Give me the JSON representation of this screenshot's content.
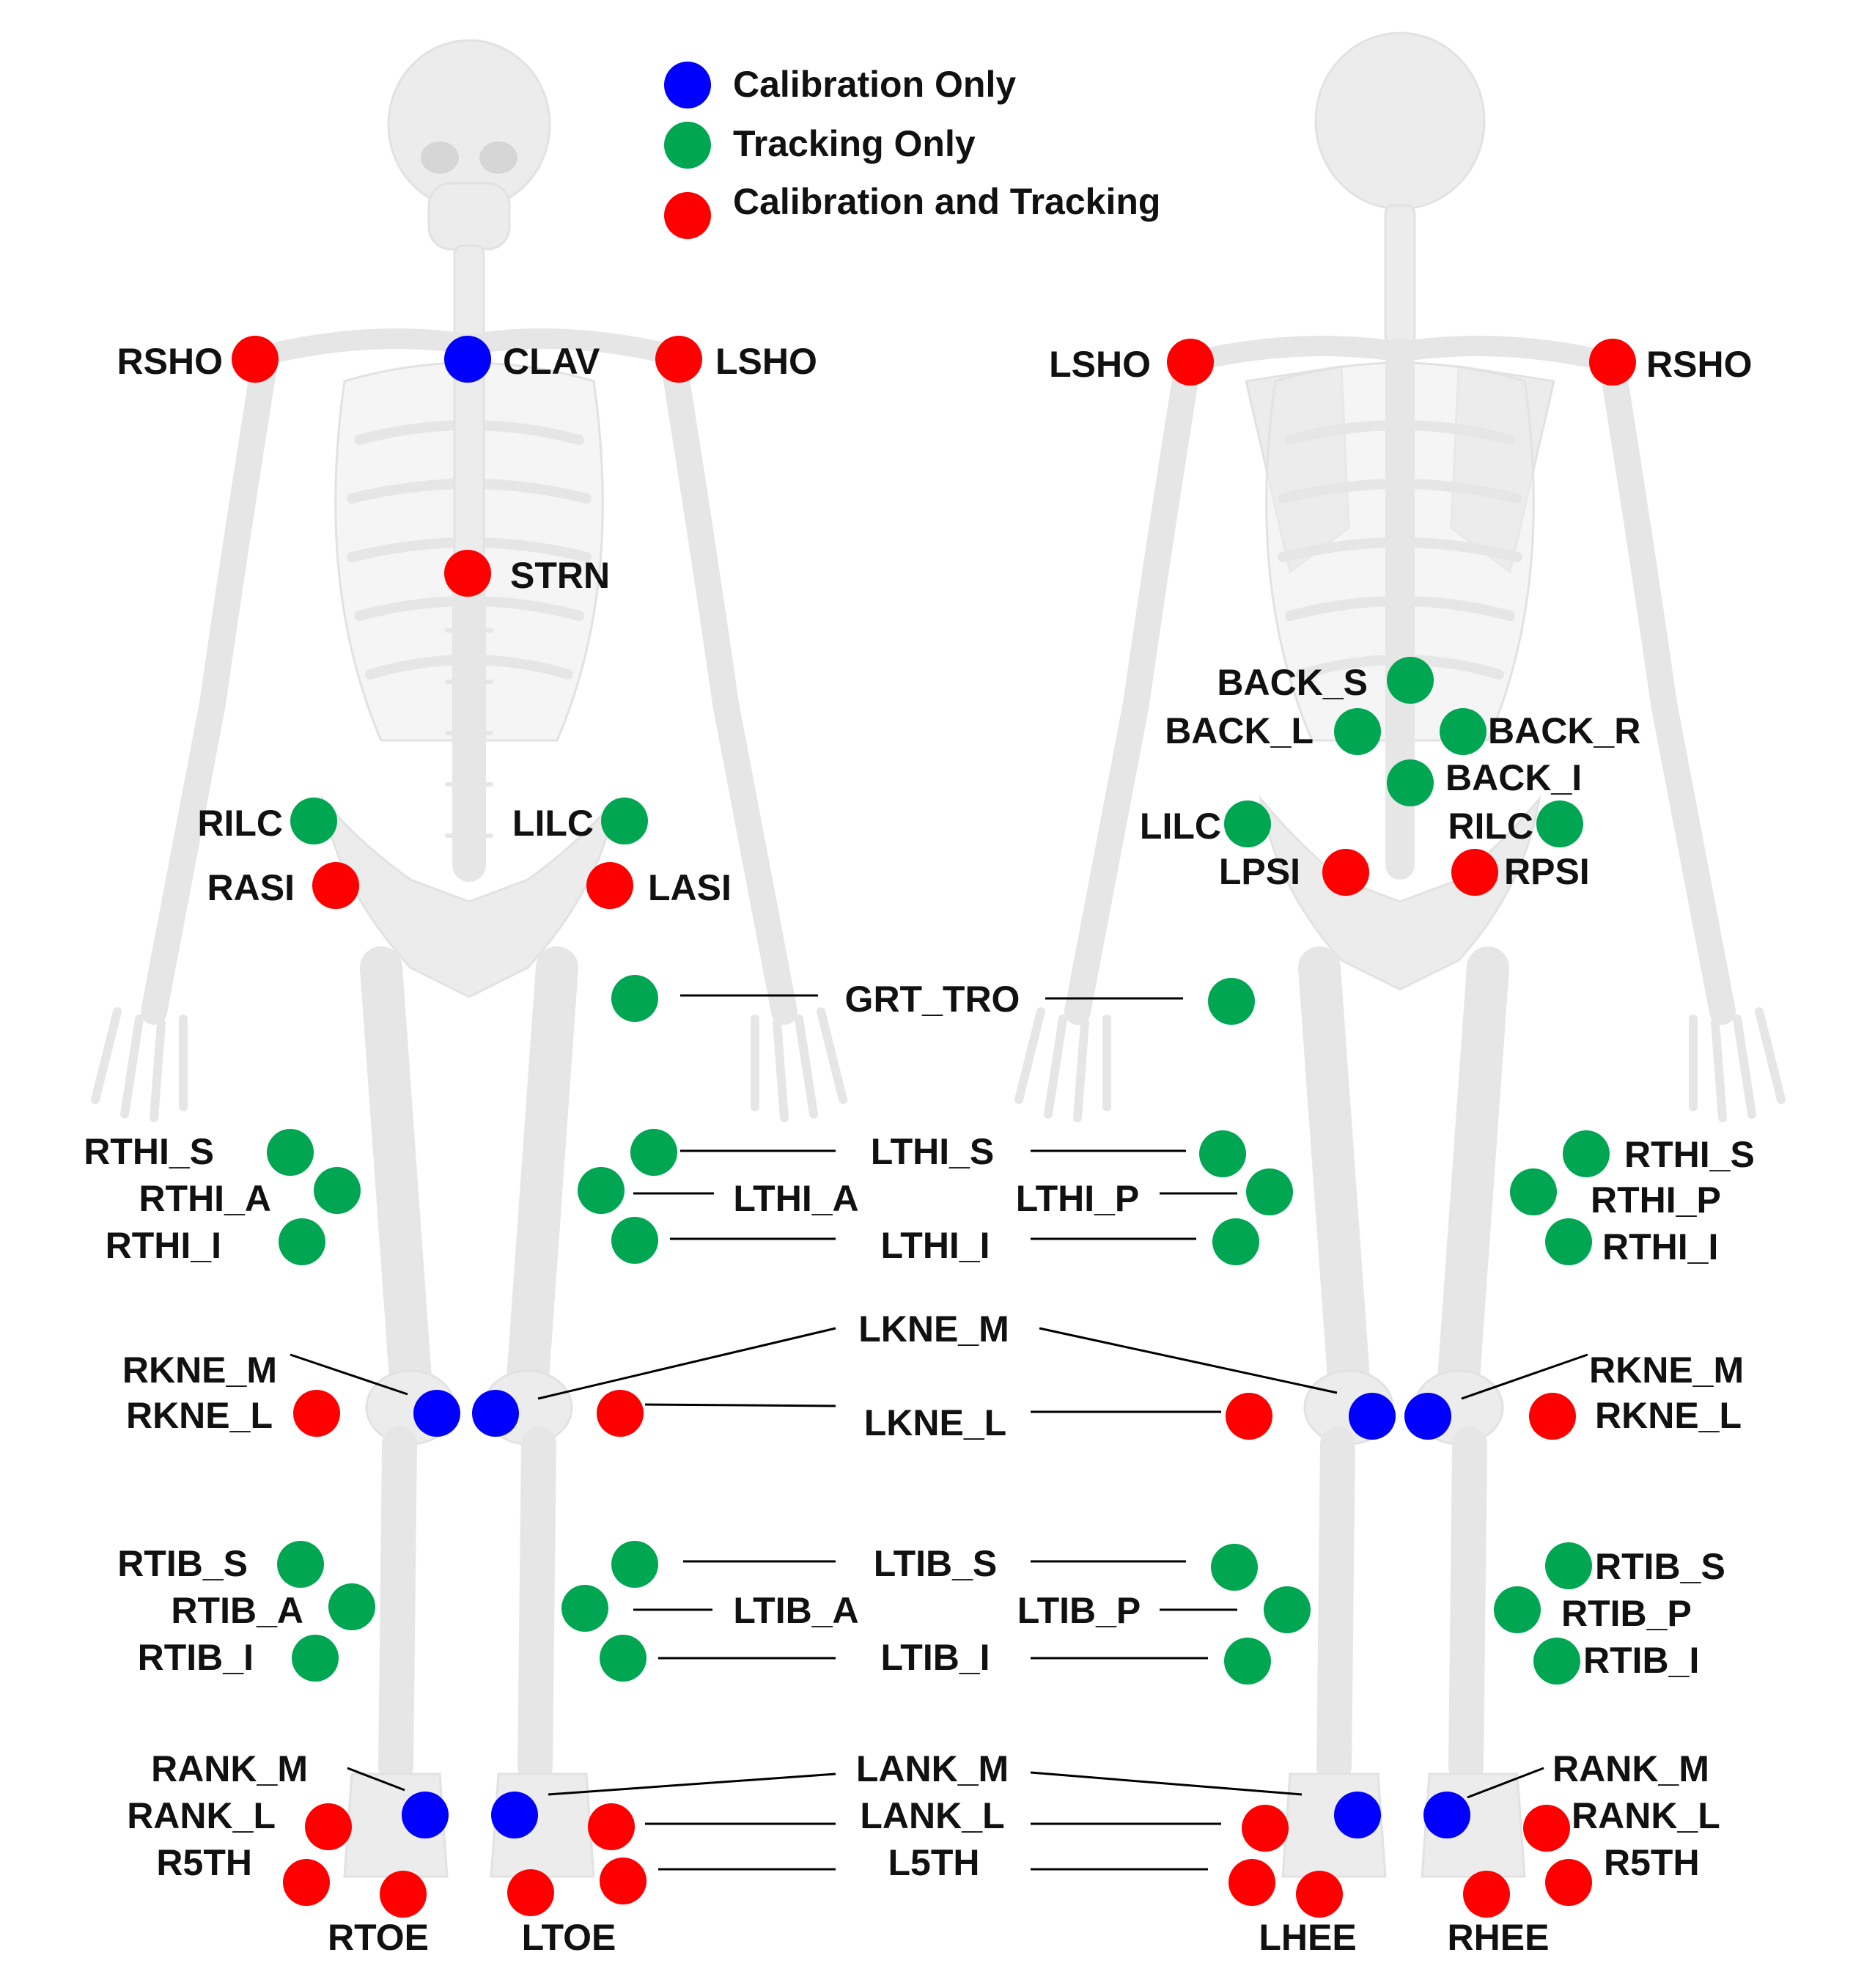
{
  "legend": {
    "items": [
      {
        "label": "Calibration Only",
        "type": "calibration_only"
      },
      {
        "label": "Tracking Only",
        "type": "tracking_only"
      },
      {
        "label": "Calibration and Tracking",
        "type": "calibration_and_tracking"
      }
    ]
  },
  "colors": {
    "calibration_only": "#0000ff",
    "tracking_only": "#00a651",
    "calibration_and_tracking": "#ff0000",
    "bone": "#ececec",
    "leader_line": "#000000"
  },
  "views": [
    {
      "name": "front",
      "description": "anterior"
    },
    {
      "name": "back",
      "description": "posterior"
    }
  ],
  "markers": {
    "front": [
      {
        "id": "RSHO",
        "type": "calibration_and_tracking"
      },
      {
        "id": "CLAV",
        "type": "calibration_only"
      },
      {
        "id": "LSHO",
        "type": "calibration_and_tracking"
      },
      {
        "id": "STRN",
        "type": "calibration_and_tracking"
      },
      {
        "id": "RILC",
        "type": "tracking_only"
      },
      {
        "id": "LILC",
        "type": "tracking_only"
      },
      {
        "id": "RASI",
        "type": "calibration_and_tracking"
      },
      {
        "id": "LASI",
        "type": "calibration_and_tracking"
      },
      {
        "id": "GRT_TRO",
        "type": "tracking_only"
      },
      {
        "id": "RTHI_S",
        "type": "tracking_only"
      },
      {
        "id": "RTHI_A",
        "type": "tracking_only"
      },
      {
        "id": "RTHI_I",
        "type": "tracking_only"
      },
      {
        "id": "LTHI_S",
        "type": "tracking_only"
      },
      {
        "id": "LTHI_A",
        "type": "tracking_only"
      },
      {
        "id": "LTHI_I",
        "type": "tracking_only"
      },
      {
        "id": "RKNE_M",
        "type": "calibration_only"
      },
      {
        "id": "RKNE_L",
        "type": "calibration_and_tracking"
      },
      {
        "id": "LKNE_M",
        "type": "calibration_only"
      },
      {
        "id": "LKNE_L",
        "type": "calibration_and_tracking"
      },
      {
        "id": "RTIB_S",
        "type": "tracking_only"
      },
      {
        "id": "RTIB_A",
        "type": "tracking_only"
      },
      {
        "id": "RTIB_I",
        "type": "tracking_only"
      },
      {
        "id": "LTIB_S",
        "type": "tracking_only"
      },
      {
        "id": "LTIB_A",
        "type": "tracking_only"
      },
      {
        "id": "LTIB_I",
        "type": "tracking_only"
      },
      {
        "id": "RANK_M",
        "type": "calibration_only"
      },
      {
        "id": "RANK_L",
        "type": "calibration_and_tracking"
      },
      {
        "id": "R5TH",
        "type": "calibration_and_tracking"
      },
      {
        "id": "RTOE",
        "type": "calibration_and_tracking"
      },
      {
        "id": "LANK_M",
        "type": "calibration_only"
      },
      {
        "id": "LANK_L",
        "type": "calibration_and_tracking"
      },
      {
        "id": "L5TH",
        "type": "calibration_and_tracking"
      },
      {
        "id": "LTOE",
        "type": "calibration_and_tracking"
      }
    ],
    "back": [
      {
        "id": "LSHO",
        "type": "calibration_and_tracking"
      },
      {
        "id": "RSHO",
        "type": "calibration_and_tracking"
      },
      {
        "id": "BACK_S",
        "type": "tracking_only"
      },
      {
        "id": "BACK_L",
        "type": "tracking_only"
      },
      {
        "id": "BACK_R",
        "type": "tracking_only"
      },
      {
        "id": "BACK_I",
        "type": "tracking_only"
      },
      {
        "id": "LILC",
        "type": "tracking_only"
      },
      {
        "id": "RILC",
        "type": "tracking_only"
      },
      {
        "id": "LPSI",
        "type": "calibration_and_tracking"
      },
      {
        "id": "RPSI",
        "type": "calibration_and_tracking"
      },
      {
        "id": "GRT_TRO",
        "type": "tracking_only"
      },
      {
        "id": "LTHI_S",
        "type": "tracking_only"
      },
      {
        "id": "LTHI_P",
        "type": "tracking_only"
      },
      {
        "id": "LTHI_I",
        "type": "tracking_only"
      },
      {
        "id": "RTHI_S",
        "type": "tracking_only"
      },
      {
        "id": "RTHI_P",
        "type": "tracking_only"
      },
      {
        "id": "RTHI_I",
        "type": "tracking_only"
      },
      {
        "id": "LKNE_M",
        "type": "calibration_only"
      },
      {
        "id": "LKNE_L",
        "type": "calibration_and_tracking"
      },
      {
        "id": "RKNE_M",
        "type": "calibration_only"
      },
      {
        "id": "RKNE_L",
        "type": "calibration_and_tracking"
      },
      {
        "id": "LTIB_S",
        "type": "tracking_only"
      },
      {
        "id": "LTIB_P",
        "type": "tracking_only"
      },
      {
        "id": "LTIB_I",
        "type": "tracking_only"
      },
      {
        "id": "RTIB_S",
        "type": "tracking_only"
      },
      {
        "id": "RTIB_P",
        "type": "tracking_only"
      },
      {
        "id": "RTIB_I",
        "type": "tracking_only"
      },
      {
        "id": "LANK_M",
        "type": "calibration_only"
      },
      {
        "id": "LANK_L",
        "type": "calibration_and_tracking"
      },
      {
        "id": "L5TH",
        "type": "calibration_and_tracking"
      },
      {
        "id": "LHEE",
        "type": "calibration_and_tracking"
      },
      {
        "id": "RANK_M",
        "type": "calibration_only"
      },
      {
        "id": "RANK_L",
        "type": "calibration_and_tracking"
      },
      {
        "id": "R5TH",
        "type": "calibration_and_tracking"
      },
      {
        "id": "RHEE",
        "type": "calibration_and_tracking"
      }
    ]
  }
}
